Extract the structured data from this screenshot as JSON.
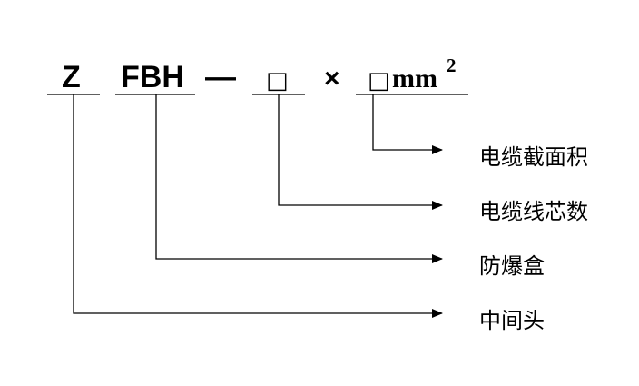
{
  "model_code": {
    "prefix": "Z",
    "box_type": "FBH",
    "dash": "—",
    "placeholder_cores": "□",
    "times": "×",
    "placeholder_area": "□",
    "unit": "mm",
    "exponent": "2"
  },
  "annotations": [
    {
      "id": "cable-cross-section",
      "text": "电缆截面积"
    },
    {
      "id": "cable-core-count",
      "text": "电缆线芯数"
    },
    {
      "id": "explosion-proof-box",
      "text": "防爆盒"
    },
    {
      "id": "intermediate-joint",
      "text": "中间头"
    }
  ]
}
